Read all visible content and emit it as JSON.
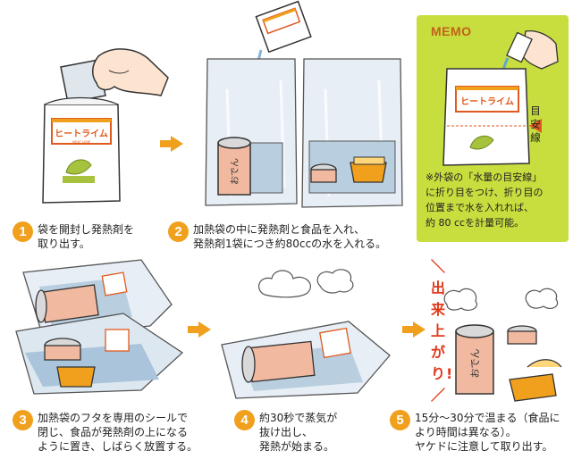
{
  "steps": [
    {
      "num": "1",
      "lines": [
        "袋を開封し発熱剤を",
        "取り出す。"
      ]
    },
    {
      "num": "2",
      "lines": [
        "加熱袋の中に発熱剤と食品を入れ、",
        "発熱剤1袋につき約80ccの水を入れる。"
      ]
    },
    {
      "num": "3",
      "lines": [
        "加熱袋のフタを専用のシールで",
        "閉じ、食品が発熱剤の上になる",
        "ように置き、しばらく放置する。"
      ]
    },
    {
      "num": "4",
      "lines": [
        "約30秒で蒸気が",
        "抜け出し、",
        "発熱が始まる。"
      ]
    },
    {
      "num": "5",
      "lines": [
        "15分〜30分で温まる（食品に",
        "より時間は異なる）。",
        "ヤケドに注意して取り出す。"
      ]
    }
  ],
  "memo": {
    "title": "MEMO",
    "vertical_label": "目安線",
    "note": [
      "※外袋の「水量の目安線」",
      "に折り目をつけ、折り目の",
      "位置まで水を入れれば、",
      "約 80 ccを計量可能。"
    ]
  },
  "done_label": "＼出来上がり!／",
  "package": {
    "brand": "ヒートライム",
    "sub": "HEAT LIME",
    "can_label": "おでん",
    "brand_color": "#e05a1e",
    "accent_color": "#f0a01c"
  }
}
